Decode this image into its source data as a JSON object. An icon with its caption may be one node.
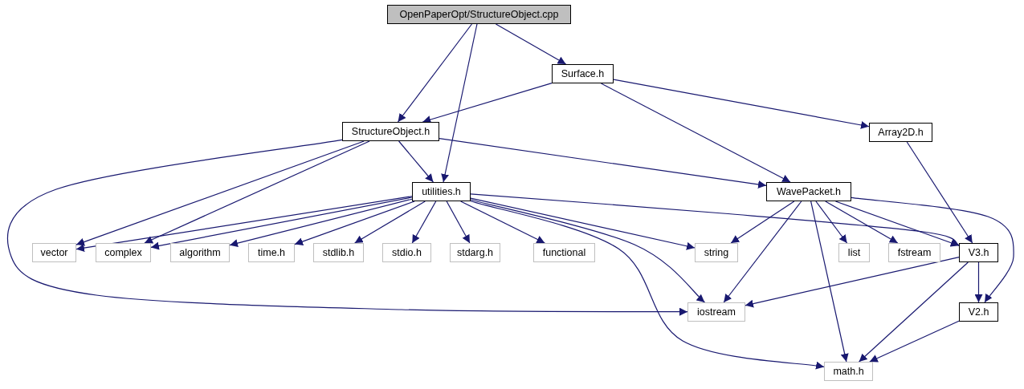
{
  "diagram": {
    "nodes": [
      {
        "text": [
          "OpenPaperOpt/StructureObject.cpp"
        ]
      },
      {
        "text": [
          "Surface.h"
        ]
      },
      {
        "text": [
          "StructureObject.h"
        ]
      },
      {
        "text": [
          "Array2D.h"
        ]
      },
      {
        "text": [
          "utilities.h"
        ]
      },
      {
        "text": [
          "WavePacket.h"
        ]
      },
      {
        "text": [
          "vector"
        ]
      },
      {
        "text": [
          "complex"
        ]
      },
      {
        "text": [
          "algorithm"
        ]
      },
      {
        "text": [
          "time.h"
        ]
      },
      {
        "text": [
          "stdlib.h"
        ]
      },
      {
        "text": [
          "stdio.h"
        ]
      },
      {
        "text": [
          "stdarg.h"
        ]
      },
      {
        "text": [
          "functional"
        ]
      },
      {
        "text": [
          "string"
        ]
      },
      {
        "text": [
          "list"
        ]
      },
      {
        "text": [
          "fstream"
        ]
      },
      {
        "text": [
          "V3.h"
        ]
      },
      {
        "text": [
          "iostream"
        ]
      },
      {
        "text": [
          "V2.h"
        ]
      },
      {
        "text": [
          "math.h"
        ]
      }
    ],
    "edges": [
      {
        "from": 0,
        "to": 2,
        "arrow": "to"
      },
      {
        "from": 0,
        "to": 4,
        "arrow": "to"
      },
      {
        "from": 0,
        "to": 1,
        "arrow": "to"
      },
      {
        "from": 1,
        "to": 2,
        "arrow": "to"
      },
      {
        "from": 1,
        "to": 5,
        "arrow": "to"
      },
      {
        "from": 1,
        "to": 3,
        "arrow": "to"
      },
      {
        "from": 2,
        "to": 18,
        "arrow": "to"
      },
      {
        "from": 2,
        "to": 6,
        "arrow": "to"
      },
      {
        "from": 2,
        "to": 7,
        "arrow": "to"
      },
      {
        "from": 2,
        "to": 4,
        "arrow": "to"
      },
      {
        "from": 2,
        "to": 5,
        "arrow": "to"
      },
      {
        "from": 3,
        "to": 17,
        "arrow": "to"
      },
      {
        "from": 4,
        "to": 6,
        "arrow": "to"
      },
      {
        "from": 4,
        "to": 7,
        "arrow": "to"
      },
      {
        "from": 4,
        "to": 8,
        "arrow": "to"
      },
      {
        "from": 4,
        "to": 9,
        "arrow": "to"
      },
      {
        "from": 4,
        "to": 10,
        "arrow": "to"
      },
      {
        "from": 4,
        "to": 11,
        "arrow": "to"
      },
      {
        "from": 4,
        "to": 12,
        "arrow": "to"
      },
      {
        "from": 4,
        "to": 13,
        "arrow": "to"
      },
      {
        "from": 4,
        "to": 14,
        "arrow": "to"
      },
      {
        "from": 4,
        "to": 18,
        "arrow": "to"
      },
      {
        "from": 4,
        "to": 20,
        "arrow": "to"
      },
      {
        "from": 4,
        "to": 17,
        "arrow": "to"
      },
      {
        "from": 5,
        "to": 14,
        "arrow": "to"
      },
      {
        "from": 5,
        "to": 18,
        "arrow": "to"
      },
      {
        "from": 5,
        "to": 20,
        "arrow": "to"
      },
      {
        "from": 5,
        "to": 15,
        "arrow": "to"
      },
      {
        "from": 5,
        "to": 16,
        "arrow": "to"
      },
      {
        "from": 5,
        "to": 17,
        "arrow": "to"
      },
      {
        "from": 5,
        "to": 19,
        "arrow": "to"
      },
      {
        "from": 17,
        "to": 18,
        "arrow": "to"
      },
      {
        "from": 17,
        "to": 19,
        "arrow": "to"
      },
      {
        "from": 17,
        "to": 20,
        "arrow": "to"
      },
      {
        "from": 19,
        "to": 20,
        "arrow": "to"
      }
    ]
  }
}
